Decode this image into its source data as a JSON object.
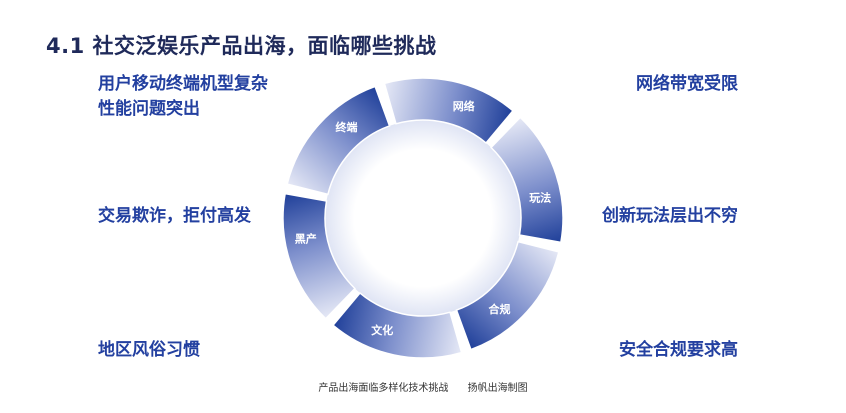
{
  "title": "4.1 社交泛娱乐产品出海，面临哪些挑战",
  "challenges": {
    "left_top_line1": "用户移动终端机型复杂",
    "left_top_line2": "性能问题突出",
    "left_mid": "交易欺诈，拒付高发",
    "left_bottom": "地区风俗习惯",
    "right_top": "网络带宽受限",
    "right_mid": "创新玩法层出不穷",
    "right_bottom": "安全合规要求高"
  },
  "ring_segments": [
    "网络",
    "玩法",
    "合规",
    "文化",
    "黑产",
    "终端"
  ],
  "caption": {
    "text": "产品出海面临多样化技术挑战",
    "source": "扬帆出海制图"
  },
  "colors": {
    "dark": "#1f3f99",
    "light": "#e6e9f6",
    "text": "#2340a0"
  }
}
